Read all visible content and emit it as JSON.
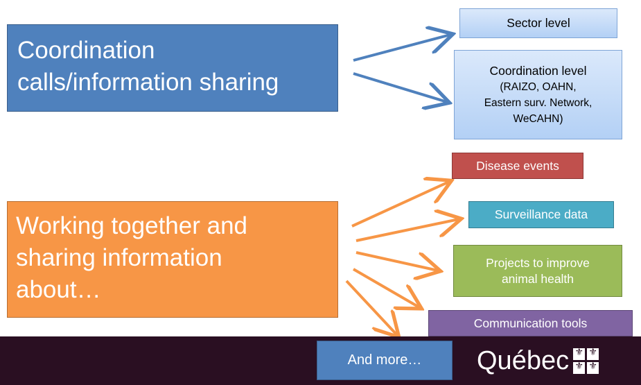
{
  "colors": {
    "blue": "#4f81bd",
    "orange": "#f79646",
    "red": "#c0504d",
    "teal": "#4bacc6",
    "green": "#9bbb59",
    "purple": "#8064a2",
    "footer": "#2a0f22",
    "light_blue": "#c6dbf7"
  },
  "main": {
    "coordination": [
      "Coordination",
      "calls/information sharing"
    ],
    "working": [
      "Working together and",
      "sharing information",
      "about…"
    ]
  },
  "levels": {
    "sector": "Sector level",
    "coordination_title": "Coordination level",
    "coordination_detail": [
      "(RAIZO, OAHN,",
      "Eastern surv. Network,",
      "WeCAHN)"
    ]
  },
  "topics": {
    "disease": "Disease events",
    "surveillance": "Surveillance data",
    "projects": [
      "Projects to improve",
      "animal health"
    ],
    "communication": "Communication tools",
    "more": "And more…"
  },
  "footer": {
    "logo_text": "Québec",
    "logo_icon": "fleur-de-lis-flag-icon"
  }
}
